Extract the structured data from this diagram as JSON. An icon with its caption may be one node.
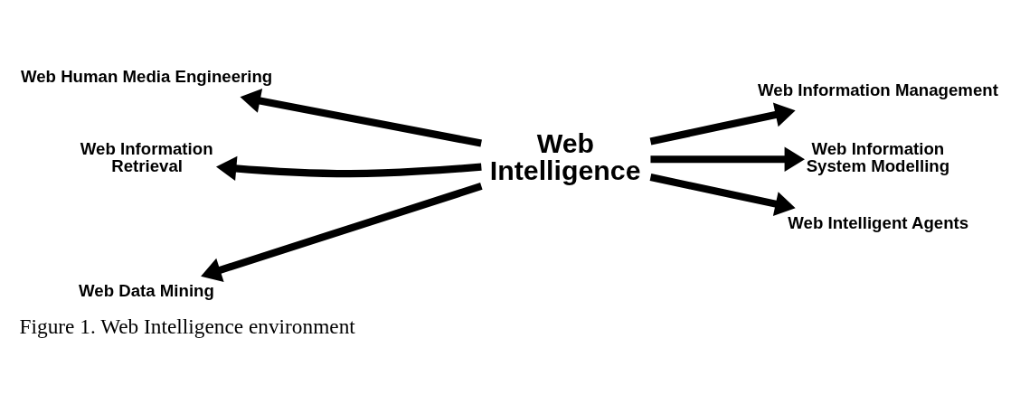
{
  "diagram": {
    "caption": "Figure 1. Web Intelligence environment",
    "nodes": [
      {
        "text": [
          "Web Human Media Engineering"
        ]
      },
      {
        "text": [
          "Web Information Management"
        ]
      },
      {
        "text": [
          "Web Information Retrieval"
        ]
      },
      {
        "text": [
          "Web Intelligence"
        ]
      },
      {
        "text": [
          "Web Information System Modelling"
        ]
      },
      {
        "text": [
          "Web Data Mining"
        ]
      },
      {
        "text": [
          "Web Intelligent Agents"
        ]
      }
    ],
    "edges": [
      {
        "from": 3,
        "to": 0,
        "arrow": "to"
      },
      {
        "from": 3,
        "to": 1,
        "arrow": "to"
      },
      {
        "from": 3,
        "to": 2,
        "arrow": "to"
      },
      {
        "from": 3,
        "to": 4,
        "arrow": "to"
      },
      {
        "from": 3,
        "to": 5,
        "arrow": "to"
      },
      {
        "from": 3,
        "to": 6,
        "arrow": "to"
      }
    ]
  }
}
